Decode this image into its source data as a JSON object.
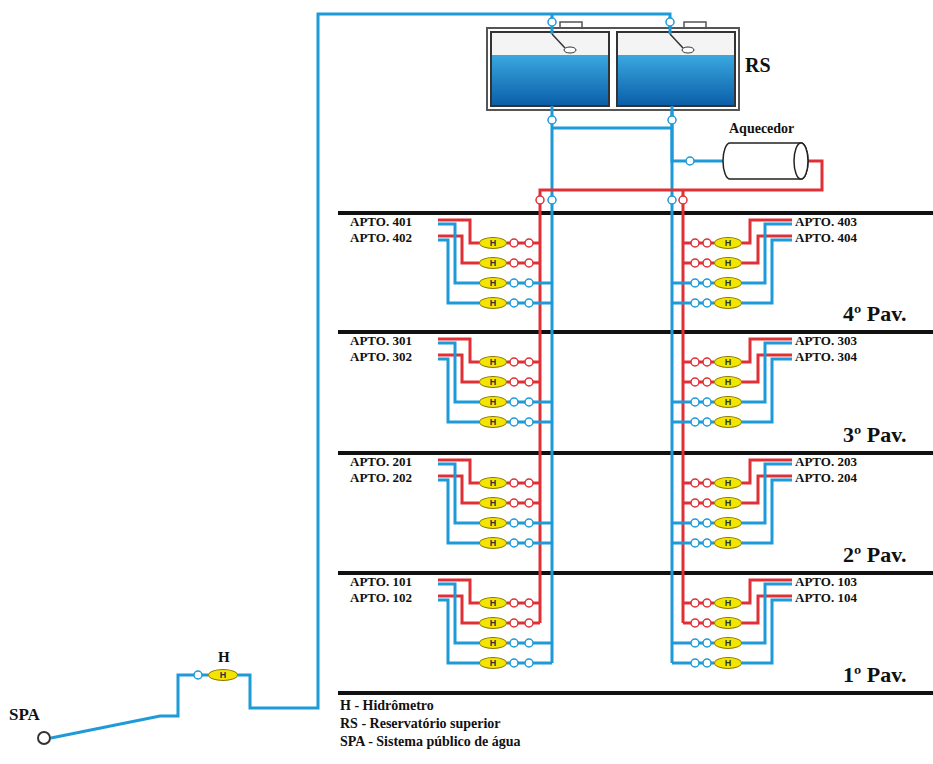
{
  "diagram": {
    "nodes": [
      {
        "text": [
          "RS"
        ]
      },
      {
        "text": [
          "Aquecedor"
        ]
      },
      {
        "text": [
          "SPA"
        ]
      },
      {
        "text": [
          "H",
          "H"
        ]
      },
      {
        "text": [
          "H"
        ]
      },
      {
        "text": [
          "H"
        ]
      },
      {
        "text": [
          "H"
        ]
      },
      {
        "text": [
          "H"
        ]
      },
      {
        "text": [
          "H"
        ]
      },
      {
        "text": [
          "H"
        ]
      },
      {
        "text": [
          "H"
        ]
      },
      {
        "text": [
          "H"
        ]
      },
      {
        "text": [
          "H"
        ]
      },
      {
        "text": [
          "H"
        ]
      },
      {
        "text": [
          "H"
        ]
      },
      {
        "text": [
          "H"
        ]
      },
      {
        "text": [
          "H"
        ]
      },
      {
        "text": [
          "H"
        ]
      },
      {
        "text": [
          "H"
        ]
      },
      {
        "text": [
          "H"
        ]
      },
      {
        "text": [
          "H"
        ]
      },
      {
        "text": [
          "H"
        ]
      },
      {
        "text": [
          "H"
        ]
      },
      {
        "text": [
          "H"
        ]
      },
      {
        "text": [
          "H"
        ]
      },
      {
        "text": [
          "H"
        ]
      },
      {
        "text": [
          "H"
        ]
      },
      {
        "text": [
          "H"
        ]
      },
      {
        "text": [
          "H"
        ]
      },
      {
        "text": [
          "H"
        ]
      },
      {
        "text": [
          "H"
        ]
      },
      {
        "text": [
          "H"
        ]
      },
      {
        "text": [
          "H"
        ]
      },
      {
        "text": [
          "H"
        ]
      },
      {
        "text": [
          "H"
        ]
      },
      {
        "text": [
          "H"
        ]
      }
    ],
    "edges": [
      {
        "from": 2,
        "to": 3,
        "arrow": "none"
      },
      {
        "from": 3,
        "to": 0,
        "arrow": "none"
      },
      {
        "from": 0,
        "to": 1,
        "arrow": "none"
      }
    ],
    "labels": [
      "APTO. 401",
      "APTO. 402",
      "APTO. 403",
      "APTO. 404",
      "4º Pav.",
      "APTO. 301",
      "APTO. 302",
      "APTO. 303",
      "APTO. 304",
      "3º Pav.",
      "APTO. 201",
      "APTO. 202",
      "APTO. 203",
      "APTO. 204",
      "2º Pav.",
      "APTO. 101",
      "APTO. 102",
      "APTO. 103",
      "APTO. 104",
      "1º Pav."
    ],
    "legend": [
      {
        "text": "H - Hidrômetro"
      },
      {
        "text": "RS - Reservatório superior"
      },
      {
        "text": "SPA - Sistema público de água"
      }
    ]
  }
}
